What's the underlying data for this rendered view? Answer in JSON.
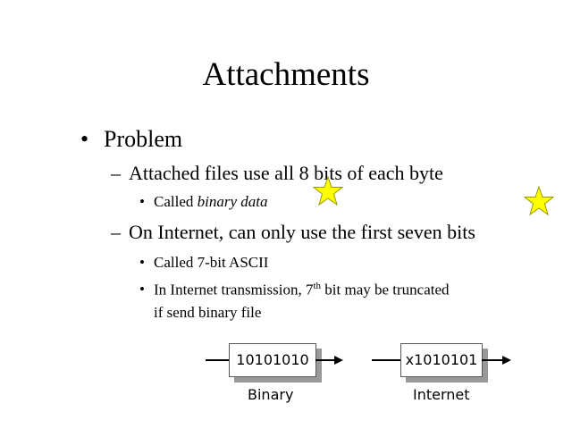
{
  "slide": {
    "title": "Attachments",
    "bullets": [
      {
        "text": "Problem"
      },
      {
        "text": "Attached files use all 8 bits of each byte"
      },
      {
        "text_plain": "Called ",
        "text_italic": "binary data"
      },
      {
        "text": "On Internet, can only use the first seven bits"
      },
      {
        "text": "Called 7-bit ASCII"
      },
      {
        "text_before": "In Internet transmission, 7",
        "superscript": "th",
        "text_after": " bit may be truncated",
        "continuation": "if send binary file"
      }
    ],
    "bullet_dot": "•",
    "dash": "–",
    "diagram": {
      "binary_value": "10101010",
      "binary_label": "Binary",
      "internet_value": "x1010101",
      "internet_label": "Internet"
    },
    "star_color": "#ffff00"
  }
}
